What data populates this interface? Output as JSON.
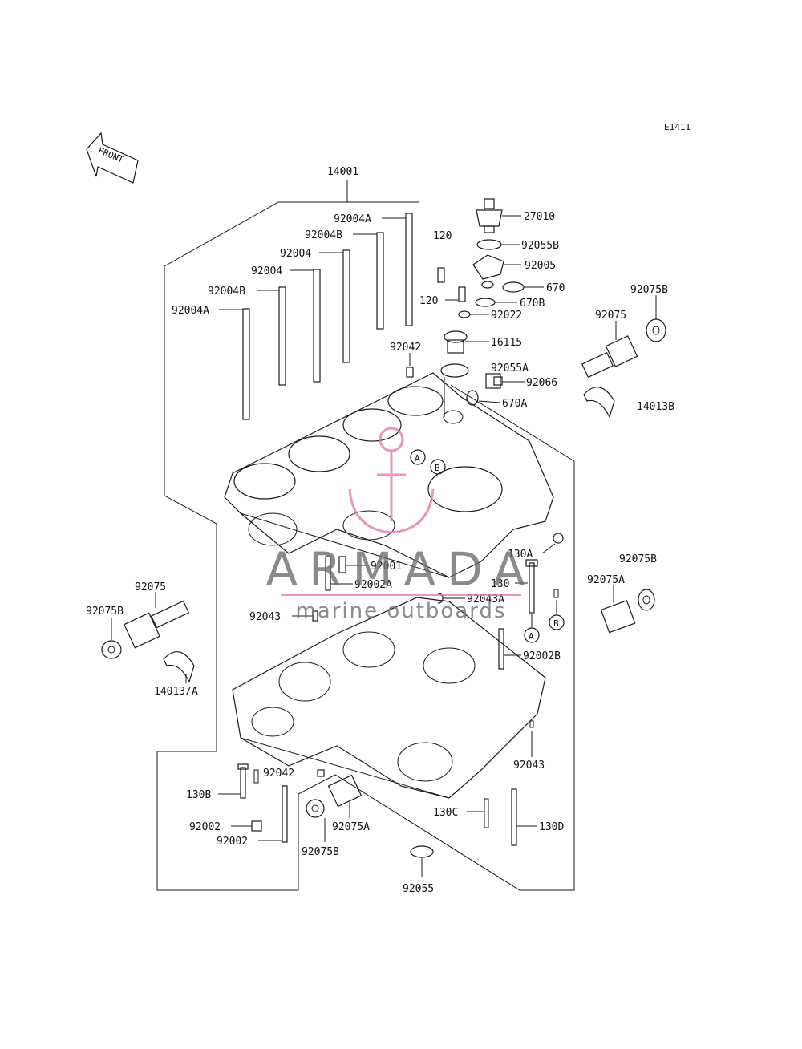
{
  "diagram": {
    "code": "E1411",
    "front_label": "FRONT",
    "main_assembly": "14001",
    "labels": {
      "l27010": "27010",
      "l120a": "120",
      "l92055b": "92055B",
      "l92005": "92005",
      "l670": "670",
      "l120b": "120",
      "l670b": "670B",
      "l92022": "92022",
      "l16115": "16115",
      "l92055a": "92055A",
      "l92066": "92066",
      "l670a": "670A",
      "l92004a_top": "92004A",
      "l92004b_top": "92004B",
      "l92004_a": "92004",
      "l92004_b": "92004",
      "l92004b_mid": "92004B",
      "l92004a_left": "92004A",
      "l92042_top": "92042",
      "l92075b_tr": "92075B",
      "l92075_tr": "92075",
      "l14013b": "14013B",
      "l130a": "130A",
      "l130": "130",
      "l92075b_r": "92075B",
      "l92075a_r": "92075A",
      "l92001": "92001",
      "l92002a": "92002A",
      "l92043a": "92043A",
      "l92043_l": "92043",
      "l92002b": "92002B",
      "l92075_l": "92075",
      "l92075b_l": "92075B",
      "l14013a": "14013/A",
      "l92043_r": "92043",
      "l92042_b": "92042",
      "l130b": "130B",
      "l92002_a": "92002",
      "l92002_b": "92002",
      "l92075a_b": "92075A",
      "l92075b_b": "92075B",
      "l130c": "130C",
      "l130d": "130D",
      "l92055": "92055"
    },
    "markers": {
      "a": "A",
      "b": "B"
    }
  },
  "watermark": {
    "brand": "ARMADA",
    "tagline": "marine outboards",
    "brand_color": "#6b6b6b",
    "accent_color": "#e07aa8"
  }
}
